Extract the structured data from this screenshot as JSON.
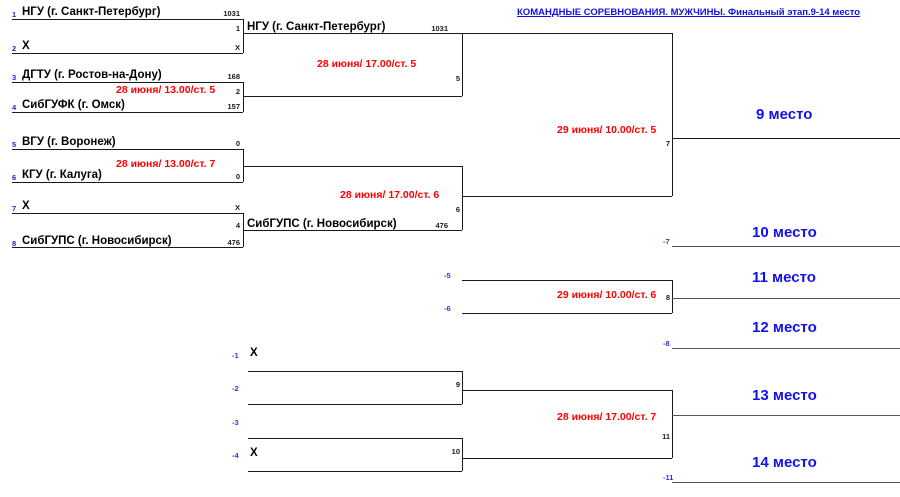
{
  "header": {
    "title": "КОМАНДНЫЕ СОРЕВНОВАНИЯ. МУЖЧИНЫ. Финальный этап.9-14 место"
  },
  "round1": {
    "matches": [
      {
        "top": {
          "seed": "1",
          "team": "НГУ  (г. Санкт-Петербург)",
          "score": "1031"
        },
        "bottom": {
          "seed": "2",
          "team": "X",
          "score": "X"
        },
        "info": ""
      },
      {
        "top": {
          "seed": "3",
          "team": "ДГТУ (г. Ростов-на-Дону)",
          "score": "168"
        },
        "bottom": {
          "seed": "4",
          "team": "СибГУФК (г. Омск)",
          "score": "157"
        },
        "info": "28 июня/ 13.00/ст. 5"
      },
      {
        "top": {
          "seed": "5",
          "team": "ВГУ (г. Воронеж)",
          "score": "0"
        },
        "bottom": {
          "seed": "6",
          "team": "КГУ (г. Калуга)",
          "score": "0"
        },
        "info": "28 июня/ 13.00/ст. 7"
      },
      {
        "top": {
          "seed": "7",
          "team": "X",
          "score": "X"
        },
        "bottom": {
          "seed": "8",
          "team": "СибГУПС (г. Новосибирск)",
          "score": "476"
        },
        "info": ""
      }
    ]
  },
  "round2": {
    "matches": [
      {
        "winner_seed": "1",
        "winner_team": "НГУ  (г. Санкт-Петербург)",
        "winner_score": "1031",
        "lower_seed": "2",
        "info": "28 июня/ 17.00/ст. 5",
        "out_score": "5"
      },
      {
        "winner_seed": "4",
        "winner_team": "СибГУПС (г. Новосибирск)",
        "winner_score": "476",
        "lower_seed": "3",
        "info": "28 июня/ 17.00/ст. 6",
        "out_score": "6"
      }
    ]
  },
  "round3": {
    "final_upper": {
      "info": "29 июня/ 10.00/ст. 5",
      "out_score": "7"
    },
    "consolation": {
      "top_seed": "-5",
      "bottom_seed": "-6",
      "info": "29 июня/ 10.00/ст. 6",
      "out_score": "8"
    }
  },
  "lower_bracket": {
    "matches": [
      {
        "top": {
          "seed": "-1",
          "team": "X"
        },
        "bottom": {
          "seed": "-2",
          "team": ""
        },
        "out_score": "9"
      },
      {
        "top": {
          "seed": "-3",
          "team": ""
        },
        "bottom": {
          "seed": "-4",
          "team": "X"
        },
        "out_score": "10"
      }
    ],
    "final": {
      "info": "28 июня/ 17.00/ст. 7",
      "out_score": "11"
    }
  },
  "places": [
    {
      "label": "9 место",
      "feed_seed": ""
    },
    {
      "label": "10 место",
      "feed_seed": "-7"
    },
    {
      "label": "11 место",
      "feed_seed": ""
    },
    {
      "label": "12 место",
      "feed_seed": "-8"
    },
    {
      "label": "13 место",
      "feed_seed": ""
    },
    {
      "label": "14 место",
      "feed_seed": "-11"
    }
  ],
  "colors": {
    "accent_blue": "#1111ee",
    "info_red": "#ff0000",
    "line": "#1a1a1a"
  }
}
